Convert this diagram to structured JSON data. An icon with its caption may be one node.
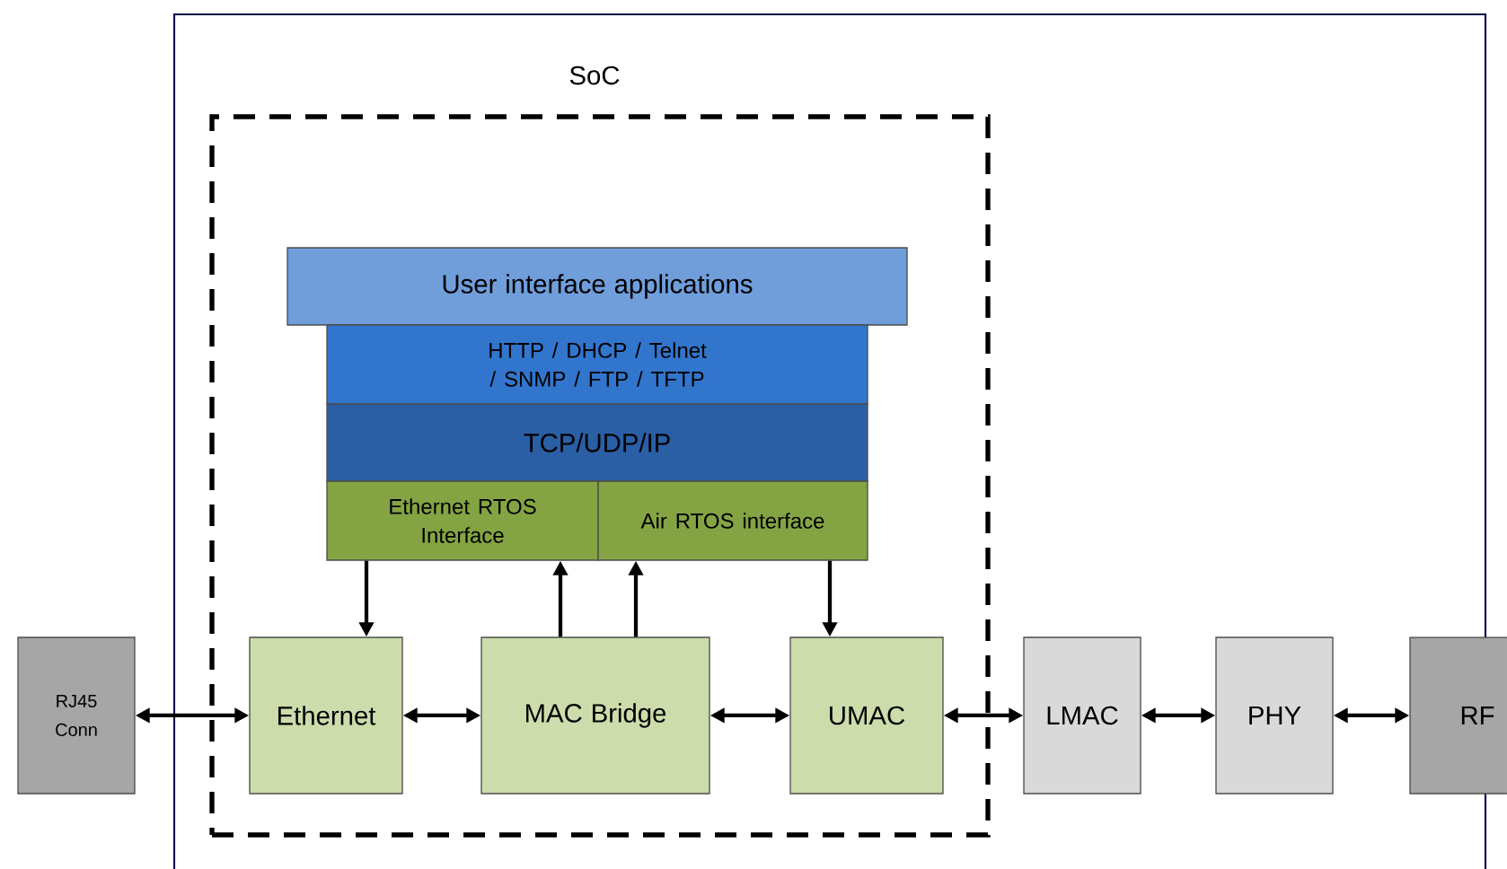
{
  "diagram": {
    "nodes": [
      {
        "text": [
          "SoC"
        ]
      },
      {
        "text": [],
        "shape": "box",
        "in": 0
      },
      {
        "text": [
          "User interface applications"
        ],
        "in": 1
      },
      {
        "text": [
          "HTTP / DHCP / Telnet / SNMP / FTP / TFTP"
        ],
        "in": 1
      },
      {
        "text": [
          "TCP/UDP/IP"
        ],
        "in": 1
      },
      {
        "text": [
          "Ethernet RTOS Interface"
        ],
        "in": 1
      },
      {
        "text": [
          "Air RTOS interface"
        ],
        "in": 1
      },
      {
        "text": [
          "RJ45 Conn"
        ]
      },
      {
        "text": [
          "Ethernet"
        ],
        "in": 1
      },
      {
        "text": [
          "MAC Bridge"
        ],
        "in": 1
      },
      {
        "text": [
          "UMAC"
        ],
        "in": 1
      },
      {
        "text": [
          "LMAC"
        ],
        "in": 0
      },
      {
        "text": [
          "PHY"
        ],
        "in": 0
      },
      {
        "text": [
          "RF"
        ]
      }
    ],
    "edges": [
      {
        "from": 7,
        "to": 8,
        "arrow": "both"
      },
      {
        "from": 8,
        "to": 9,
        "arrow": "both"
      },
      {
        "from": 9,
        "to": 10,
        "arrow": "both"
      },
      {
        "from": 10,
        "to": 11,
        "arrow": "both"
      },
      {
        "from": 11,
        "to": 12,
        "arrow": "both"
      },
      {
        "from": 12,
        "to": 13,
        "arrow": "both"
      },
      {
        "from": 5,
        "to": 8,
        "arrow": "to"
      },
      {
        "from": 9,
        "to": 5,
        "arrow": "to"
      },
      {
        "from": 9,
        "to": 6,
        "arrow": "to"
      },
      {
        "from": 6,
        "to": 10,
        "arrow": "to"
      }
    ]
  }
}
